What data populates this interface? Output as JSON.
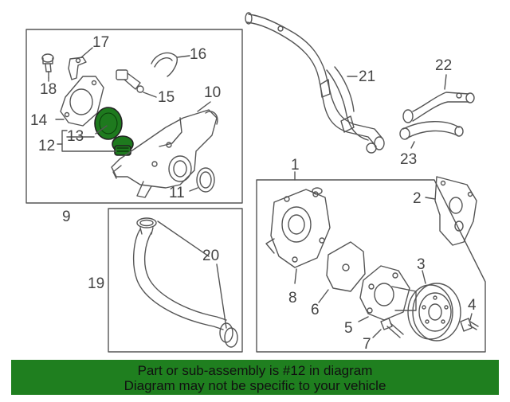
{
  "colors": {
    "line": "#555555",
    "highlight": "#1e7a1e",
    "banner_bg": "#1f7f1f",
    "banner_text": "#111111"
  },
  "callouts": {
    "c1": "1",
    "c2": "2",
    "c3": "3",
    "c4": "4",
    "c5": "5",
    "c6": "6",
    "c7": "7",
    "c8": "8",
    "c9": "9",
    "c10": "10",
    "c11": "11",
    "c12": "12",
    "c13": "13",
    "c14": "14",
    "c15": "15",
    "c16": "16",
    "c17": "17",
    "c18": "18",
    "c19": "19",
    "c20": "20",
    "c21": "21",
    "c22": "22",
    "c23": "23"
  },
  "banner": {
    "line1": "Part or sub-assembly is #12 in diagram",
    "line2": "Diagram may not be specific to your vehicle"
  }
}
